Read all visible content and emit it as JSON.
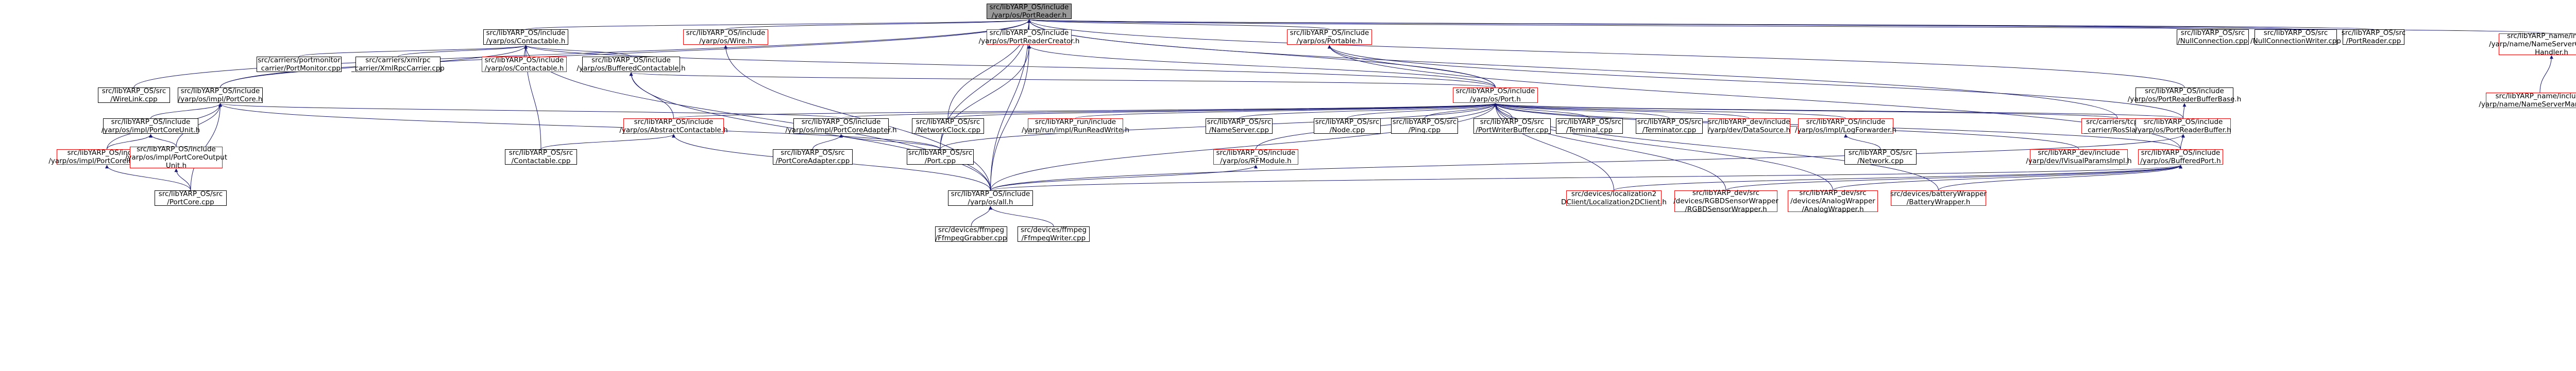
{
  "graph": {
    "nodes": [
      {
        "id": "root",
        "lines": [
          "src/libYARP_OS/include",
          "/yarp/os/PortReader.h"
        ],
        "style": "focus"
      },
      {
        "id": "contactable",
        "lines": [
          "src/libYARP_OS/include",
          "/yarp/os/Contactable.h"
        ],
        "style": "normal"
      },
      {
        "id": "wire",
        "lines": [
          "src/libYARP_OS/include",
          "/yarp/os/Wire.h"
        ],
        "style": "red"
      },
      {
        "id": "portreadercreator",
        "lines": [
          "src/libYARP_OS/include",
          "/yarp/os/PortReaderCreator.h"
        ],
        "style": "red"
      },
      {
        "id": "portable",
        "lines": [
          "src/libYARP_OS/include",
          "/yarp/os/Portable.h"
        ],
        "style": "red"
      },
      {
        "id": "nullconn",
        "lines": [
          "src/libYARP_OS/src",
          "/NullConnection.cpp"
        ],
        "style": "normal"
      },
      {
        "id": "nullconnwriter",
        "lines": [
          "src/libYARP_OS/src",
          "/NullConnectionWriter.cpp"
        ],
        "style": "normal"
      },
      {
        "id": "portreadercpp",
        "lines": [
          "src/libYARP_OS/src",
          "/PortReader.cpp"
        ],
        "style": "normal"
      },
      {
        "id": "nameserverconn",
        "lines": [
          "src/libYARP_name/include",
          "/yarp/name/NameServerConnection",
          "Handler.h"
        ],
        "style": "red"
      },
      {
        "id": "portmonitor",
        "lines": [
          "src/carriers/portmonitor",
          "_carrier/PortMonitor.cpp"
        ],
        "style": "normal"
      },
      {
        "id": "xmlrpc",
        "lines": [
          "src/carriers/xmlrpc",
          "_carrier/XmlRpcCarrier.cpp"
        ],
        "style": "normal"
      },
      {
        "id": "contactable_i",
        "lines": [
          "src/libYARP_OS/include",
          "/yarp/os/Contactable.h"
        ],
        "style": "red"
      },
      {
        "id": "bufferedcontactable",
        "lines": [
          "src/libYARP_OS/include",
          "/yarp/os/BufferedContactable.h"
        ],
        "style": "normal"
      },
      {
        "id": "wirelink",
        "lines": [
          "src/libYARP_OS/src",
          "/WireLink.cpp"
        ],
        "style": "normal"
      },
      {
        "id": "portcore_h",
        "lines": [
          "src/libYARP_OS/include",
          "/yarp/os/impl/PortCore.h"
        ],
        "style": "normal"
      },
      {
        "id": "port_h",
        "lines": [
          "src/libYARP_OS/include",
          "/yarp/os/Port.h"
        ],
        "style": "red"
      },
      {
        "id": "portreaderbufferbase",
        "lines": [
          "src/libYARP_OS/include",
          "/yarp/os/PortReaderBufferBase.h"
        ],
        "style": "normal"
      },
      {
        "id": "nameservermanager",
        "lines": [
          "src/libYARP_name/include",
          "/yarp/name/NameServerManager.h"
        ],
        "style": "red"
      },
      {
        "id": "portcoreunit",
        "lines": [
          "src/libYARP_OS/include",
          "/yarp/os/impl/PortCoreUnit.h"
        ],
        "style": "normal"
      },
      {
        "id": "abstractcontactable",
        "lines": [
          "src/libYARP_OS/include",
          "/yarp/os/AbstractContactable.h"
        ],
        "style": "red"
      },
      {
        "id": "portcoreadapter",
        "lines": [
          "src/libYARP_OS/include",
          "/yarp/os/impl/PortCoreAdapter.h"
        ],
        "style": "normal"
      },
      {
        "id": "networkclock",
        "lines": [
          "src/libYARP_OS/src",
          "/NetworkClock.cpp"
        ],
        "style": "normal"
      },
      {
        "id": "runreadwrite",
        "lines": [
          "src/libYARP_run/include",
          "/yarp/run/impl/RunReadWrite.h"
        ],
        "style": "red"
      },
      {
        "id": "nameserver",
        "lines": [
          "src/libYARP_OS/src",
          "/NameServer.cpp"
        ],
        "style": "normal"
      },
      {
        "id": "nodecpp",
        "lines": [
          "src/libYARP_OS/src",
          "/Node.cpp"
        ],
        "style": "normal"
      },
      {
        "id": "pingcpp",
        "lines": [
          "src/libYARP_OS/src",
          "/Ping.cpp"
        ],
        "style": "normal"
      },
      {
        "id": "portwriterbuffer",
        "lines": [
          "src/libYARP_OS/src",
          "/PortWriterBuffer.cpp"
        ],
        "style": "normal"
      },
      {
        "id": "terminal",
        "lines": [
          "src/libYARP_OS/src",
          "/Terminal.cpp"
        ],
        "style": "normal"
      },
      {
        "id": "terminator",
        "lines": [
          "src/libYARP_OS/src",
          "/Terminator.cpp"
        ],
        "style": "normal"
      },
      {
        "id": "datasource",
        "lines": [
          "src/libYARP_dev/include",
          "/yarp/dev/DataSource.h"
        ],
        "style": "red"
      },
      {
        "id": "logforwarder",
        "lines": [
          "src/libYARP_OS/include",
          "/yarp/os/impl/LogForwarder.h"
        ],
        "style": "red"
      },
      {
        "id": "rosslave",
        "lines": [
          "src/carriers/tcpros",
          "_carrier/RosSlave.h"
        ],
        "style": "red"
      },
      {
        "id": "portreaderbuffer",
        "lines": [
          "src/libYARP_OS/include",
          "/yarp/os/PortReaderBuffer.h"
        ],
        "style": "red"
      },
      {
        "id": "portcoreinputunit",
        "lines": [
          "src/libYARP_OS/include",
          "/yarp/os/impl/PortCoreInputUnit.h"
        ],
        "style": "red"
      },
      {
        "id": "portcoreoutputunit",
        "lines": [
          "src/libYARP_OS/include",
          "/yarp/os/impl/PortCoreOutput",
          "Unit.h"
        ],
        "style": "red"
      },
      {
        "id": "contactablecpp",
        "lines": [
          "src/libYARP_OS/src",
          "/Contactable.cpp"
        ],
        "style": "normal"
      },
      {
        "id": "portcoreadaptercpp",
        "lines": [
          "src/libYARP_OS/src",
          "/PortCoreAdapter.cpp"
        ],
        "style": "normal"
      },
      {
        "id": "portcpp",
        "lines": [
          "src/libYARP_OS/src",
          "/Port.cpp"
        ],
        "style": "normal"
      },
      {
        "id": "rfmodule",
        "lines": [
          "src/libYARP_OS/include",
          "/yarp/os/RFModule.h"
        ],
        "style": "red"
      },
      {
        "id": "networkcpp",
        "lines": [
          "src/libYARP_OS/src",
          "/Network.cpp"
        ],
        "style": "normal"
      },
      {
        "id": "ivisualparams",
        "lines": [
          "src/libYARP_dev/include",
          "/yarp/dev/IVisualParamsImpl.h"
        ],
        "style": "red"
      },
      {
        "id": "bufferedport",
        "lines": [
          "src/libYARP_OS/include",
          "/yarp/os/BufferedPort.h"
        ],
        "style": "red"
      },
      {
        "id": "portcorecpp",
        "lines": [
          "src/libYARP_OS/src",
          "/PortCore.cpp"
        ],
        "style": "normal"
      },
      {
        "id": "alluh",
        "lines": [
          "src/libYARP_OS/include",
          "/yarp/os/all.h"
        ],
        "style": "normal"
      },
      {
        "id": "localization",
        "lines": [
          "src/devices/localization2",
          "DClient/Localization2DClient.h"
        ],
        "style": "red"
      },
      {
        "id": "rgbdsensor",
        "lines": [
          "src/libYARP_dev/src",
          "/devices/RGBDSensorWrapper",
          "/RGBDSensorWrapper.h"
        ],
        "style": "red"
      },
      {
        "id": "analogwrapper",
        "lines": [
          "src/libYARP_dev/src",
          "/devices/AnalogWrapper",
          "/AnalogWrapper.h"
        ],
        "style": "red"
      },
      {
        "id": "batterywrapper",
        "lines": [
          "src/devices/batteryWrapper",
          "/BatteryWrapper.h"
        ],
        "style": "red"
      },
      {
        "id": "ffmpeggrabber",
        "lines": [
          "src/devices/ffmpeg",
          "/FfmpegGrabber.cpp"
        ],
        "style": "normal"
      },
      {
        "id": "ffmpegwriter",
        "lines": [
          "src/devices/ffmpeg",
          "/FfmpegWriter.cpp"
        ],
        "style": "normal"
      }
    ],
    "edges": [
      [
        "contactable",
        "root"
      ],
      [
        "wire",
        "root"
      ],
      [
        "portreadercreator",
        "root"
      ],
      [
        "portable",
        "root"
      ],
      [
        "nullconn",
        "root"
      ],
      [
        "nullconnwriter",
        "root"
      ],
      [
        "portreadercpp",
        "root"
      ],
      [
        "nameserverconn",
        "root"
      ],
      [
        "portreaderbufferbase",
        "root"
      ],
      [
        "port_h",
        "root"
      ],
      [
        "portcore_h",
        "root"
      ],
      [
        "wirelink",
        "root"
      ],
      [
        "rosslave",
        "root"
      ],
      [
        "portcpp",
        "root"
      ],
      [
        "networkclock",
        "root"
      ],
      [
        "alluh",
        "root"
      ],
      [
        "portmonitor",
        "contactable"
      ],
      [
        "xmlrpc",
        "contactable"
      ],
      [
        "contactable_i",
        "contactable"
      ],
      [
        "bufferedcontactable",
        "contactable"
      ],
      [
        "portcore_h",
        "contactable"
      ],
      [
        "port_h",
        "contactable"
      ],
      [
        "contactablecpp",
        "contactable"
      ],
      [
        "alluh",
        "contactable"
      ],
      [
        "alluh",
        "wire"
      ],
      [
        "port_h",
        "portreadercreator"
      ],
      [
        "alluh",
        "portreadercreator"
      ],
      [
        "portcpp",
        "portreadercreator"
      ],
      [
        "port_h",
        "portable"
      ],
      [
        "portreaderbuffer",
        "portable"
      ],
      [
        "bufferedport",
        "portable"
      ],
      [
        "abstractcontactable",
        "bufferedcontactable"
      ],
      [
        "port_h",
        "bufferedcontactable"
      ],
      [
        "alluh",
        "bufferedcontactable"
      ],
      [
        "portcoreunit",
        "portcore_h"
      ],
      [
        "portcoreadapter",
        "portcore_h"
      ],
      [
        "portcorecpp",
        "portcore_h"
      ],
      [
        "portcpp",
        "portcore_h"
      ],
      [
        "portcoreinputunit",
        "portcore_h"
      ],
      [
        "portcoreoutputunit",
        "portcore_h"
      ],
      [
        "abstractcontactable",
        "port_h"
      ],
      [
        "portcoreadapter",
        "port_h"
      ],
      [
        "networkclock",
        "port_h"
      ],
      [
        "runreadwrite",
        "port_h"
      ],
      [
        "nameserver",
        "port_h"
      ],
      [
        "nodecpp",
        "port_h"
      ],
      [
        "pingcpp",
        "port_h"
      ],
      [
        "portwriterbuffer",
        "port_h"
      ],
      [
        "terminal",
        "port_h"
      ],
      [
        "terminator",
        "port_h"
      ],
      [
        "datasource",
        "port_h"
      ],
      [
        "logforwarder",
        "port_h"
      ],
      [
        "rosslave",
        "port_h"
      ],
      [
        "portreaderbuffer",
        "port_h"
      ],
      [
        "bufferedport",
        "port_h"
      ],
      [
        "alluh",
        "port_h"
      ],
      [
        "rfmodule",
        "port_h"
      ],
      [
        "ivisualparams",
        "port_h"
      ],
      [
        "localization",
        "port_h"
      ],
      [
        "rgbdsensor",
        "port_h"
      ],
      [
        "analogwrapper",
        "port_h"
      ],
      [
        "batterywrapper",
        "port_h"
      ],
      [
        "portcpp",
        "port_h"
      ],
      [
        "portreaderbuffer",
        "portreaderbufferbase"
      ],
      [
        "nameservermanager",
        "nameserverconn"
      ],
      [
        "portcoreinputunit",
        "portcoreunit"
      ],
      [
        "portcoreoutputunit",
        "portcoreunit"
      ],
      [
        "contactablecpp",
        "abstractcontactable"
      ],
      [
        "alluh",
        "abstractcontactable"
      ],
      [
        "portcoreadaptercpp",
        "portcoreadapter"
      ],
      [
        "portcpp",
        "portcoreadapter"
      ],
      [
        "networkcpp",
        "logforwarder"
      ],
      [
        "alluh",
        "rfmodule"
      ],
      [
        "bufferedport",
        "portreaderbuffer"
      ],
      [
        "alluh",
        "portreaderbuffer"
      ],
      [
        "alluh",
        "bufferedport"
      ],
      [
        "localization",
        "bufferedport"
      ],
      [
        "rgbdsensor",
        "bufferedport"
      ],
      [
        "analogwrapper",
        "bufferedport"
      ],
      [
        "batterywrapper",
        "bufferedport"
      ],
      [
        "portcorecpp",
        "portcoreinputunit"
      ],
      [
        "portcorecpp",
        "portcoreoutputunit"
      ],
      [
        "ffmpeggrabber",
        "alluh"
      ],
      [
        "ffmpegwriter",
        "alluh"
      ]
    ],
    "colors": {
      "focus_fill": "#999999",
      "red_border": "#ff0000",
      "normal_border": "#000000",
      "edge": "#191970"
    }
  }
}
